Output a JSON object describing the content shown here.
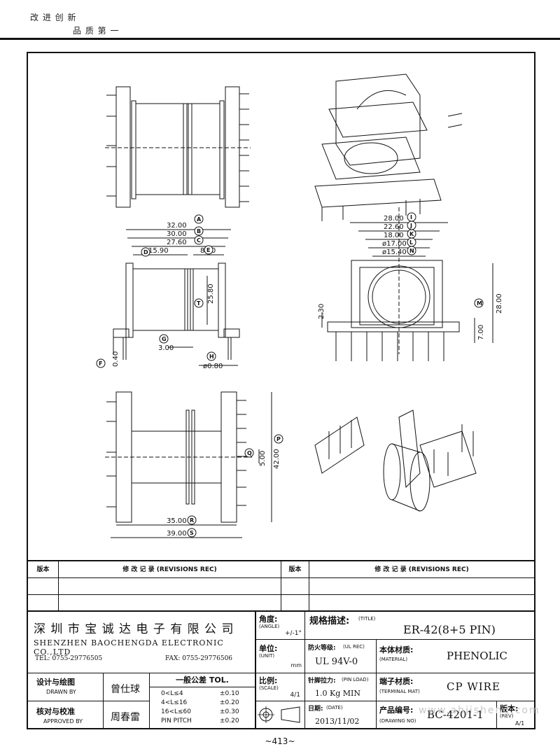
{
  "header": {
    "slogan_line1": "改 进 创 新",
    "slogan_line2": "品 质 第 一"
  },
  "dimensions": {
    "A": "32.00",
    "B": "30.00",
    "C": "27.60",
    "D": "15.90",
    "E": "8.70",
    "T": "25.80",
    "G": "3.00",
    "H": "ø0.80",
    "F": "0.40",
    "I": "28.00",
    "J": "22.60",
    "K": "18.00",
    "L": "ø17.00",
    "N": "ø15.40",
    "M": "28.00",
    "side_230": "2.30",
    "side_700": "7.00",
    "P": "42.00",
    "Q": "5.00",
    "R": "35.00",
    "S": "39.00"
  },
  "revisions": {
    "col_version": "版本",
    "col_record": "修 改 记 录  (REVISIONS REC)"
  },
  "company": {
    "name_cn": "深 圳 市 宝 诚 达 电 子 有 限 公 司",
    "name_en": "SHENZHEN BAOCHENGDA ELECTRONIC CO.,LTD",
    "tel": "TEL: 0755-29776505",
    "fax": "FAX: 0755-29776506"
  },
  "angle": {
    "label": "角度:",
    "label_en": "(ANGLE)",
    "value": "+/-1°"
  },
  "unit": {
    "label": "单位:",
    "label_en": "(UNIT)",
    "value": "mm"
  },
  "scale": {
    "label": "比例:",
    "label_en": "(SCALE)",
    "value": "4/1"
  },
  "title": {
    "label": "规格描述:",
    "label_en": "(TITLE)",
    "value": "ER-42(8+5 PIN)"
  },
  "ul_rec": {
    "label": "防火等级:",
    "label_en": "(UL REC)",
    "value": "UL 94V-0"
  },
  "material": {
    "label": "本体材质:",
    "label_en": "(MATERIAL)",
    "value": "PHENOLIC"
  },
  "pin_load": {
    "label": "针脚拉力:",
    "label_en": "(PIN LOAD)",
    "value": "1.0 Kg MIN"
  },
  "terminal_mat": {
    "label": "端子材质:",
    "label_en": "(TERMINAL MAT)",
    "value": "CP WIRE"
  },
  "date": {
    "label": "日期:",
    "label_en": "(DATE)",
    "value": "2013/11/02"
  },
  "drawing_no": {
    "label": "产品编号:",
    "label_en": "(DRAWING NO)",
    "value": "BC-4201-1"
  },
  "rev": {
    "label": "版本:",
    "label_en": "(REV)",
    "value": "A/1"
  },
  "drawn": {
    "label": "设计与绘图",
    "label_en": "DRAWN BY",
    "name": "曾仕球"
  },
  "approved": {
    "label": "核对与校准",
    "label_en": "APPROVED BY",
    "name": "周春雷"
  },
  "tolerance": {
    "title": "一般公差 TOL.",
    "rows": [
      {
        "range": "0<L≤4",
        "tol": "±0.10"
      },
      {
        "range": "4<L≤16",
        "tol": "±0.20"
      },
      {
        "range": "16<L≤60",
        "tol": "±0.30"
      },
      {
        "range": "PIN PITCH",
        "tol": "±0.20"
      }
    ]
  },
  "watermark": "www.ahjisheng.com",
  "page_number": "~413~"
}
